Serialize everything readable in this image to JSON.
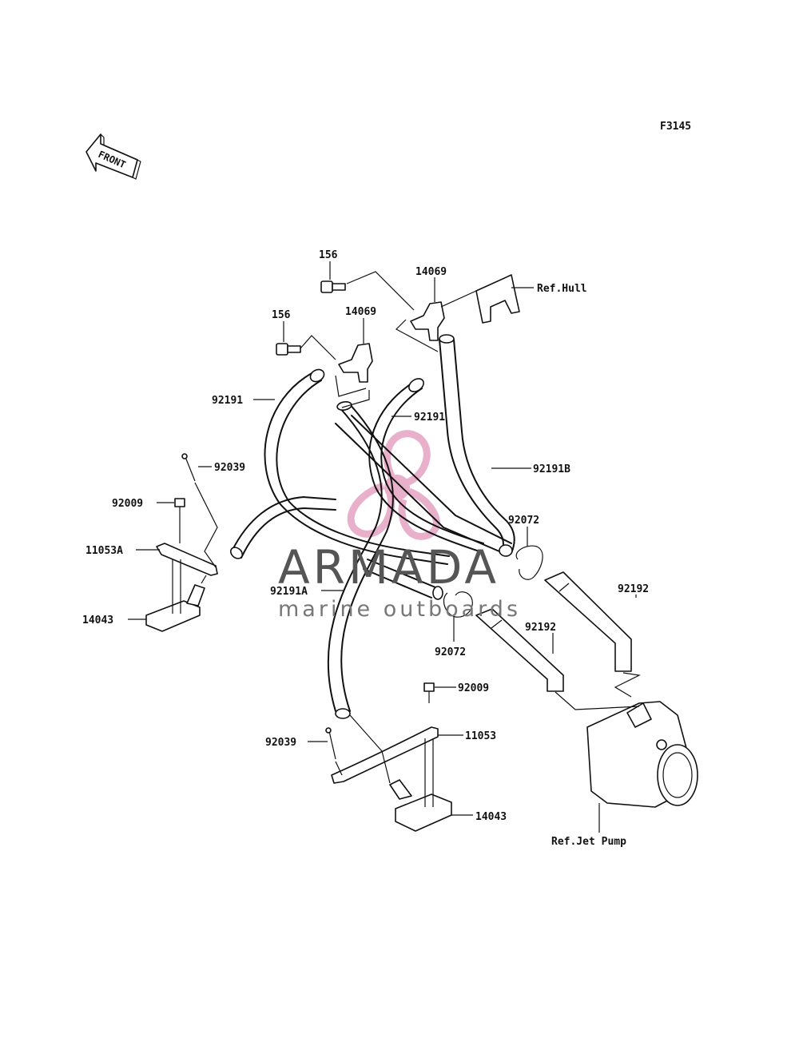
{
  "figure_code": "F3145",
  "front_label": "FRONT",
  "watermark": {
    "brand": "ARMADA",
    "tagline": "marine outboards",
    "logo_color": "#e6a3c2"
  },
  "labels": {
    "bolt_156_upper": "156",
    "bolt_156_lower": "156",
    "bracket_14069_upper": "14069",
    "bracket_14069_lower": "14069",
    "ref_hull": "Ref.Hull",
    "hose_92191_left": "92191",
    "hose_92191_center": "92191",
    "hose_92191B": "92191B",
    "screw_92039_upper": "92039",
    "screw_92009_upper": "92009",
    "bracket_11053A": "11053A",
    "cover_14043_left": "14043",
    "hose_92191A": "92191A",
    "clamp_92072_upper": "92072",
    "clamp_92072_lower": "92072",
    "hose_92192_upper": "92192",
    "hose_92192_lower": "92192",
    "screw_92009_lower": "92009",
    "bracket_11053": "11053",
    "screw_92039_lower": "92039",
    "cover_14043_right": "14043",
    "ref_jet_pump": "Ref.Jet Pump"
  }
}
